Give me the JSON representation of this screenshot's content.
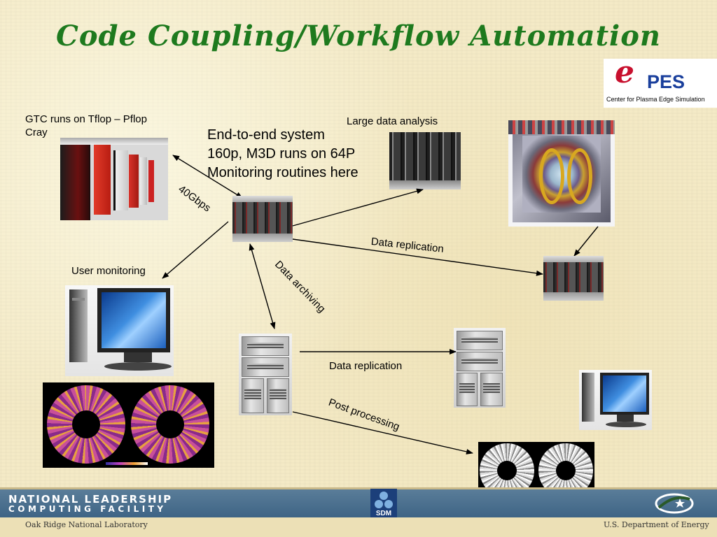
{
  "title": "Code Coupling/Workflow Automation",
  "logo": {
    "letter": "e",
    "name": "PES",
    "subtitle": "Center for Plasma Edge Simulation"
  },
  "labels": {
    "gtc": [
      "GTC runs on Tflop – Pflop",
      "Cray"
    ],
    "system": [
      "End-to-end system",
      "160p, M3D runs on 64P",
      "Monitoring routines here"
    ],
    "large_data": "Large data analysis",
    "user_monitoring": "User monitoring",
    "bandwidth": "40Gbps",
    "data_replication_1": "Data replication",
    "data_archiving": "Data archiving",
    "data_replication_2": "Data replication",
    "post_processing": "Post processing"
  },
  "footer": {
    "nlf_line1": "NATIONAL LEADERSHIP",
    "nlf_line2": "COMPUTING FACILITY",
    "sdm": "SDM",
    "left": "Oak Ridge National Laboratory",
    "right": "U.S. Department of Energy"
  },
  "colors": {
    "title": "#1e7a1e",
    "banner": "#3e6485",
    "logo_red": "#c8102e",
    "logo_blue": "#1a3f9c"
  }
}
